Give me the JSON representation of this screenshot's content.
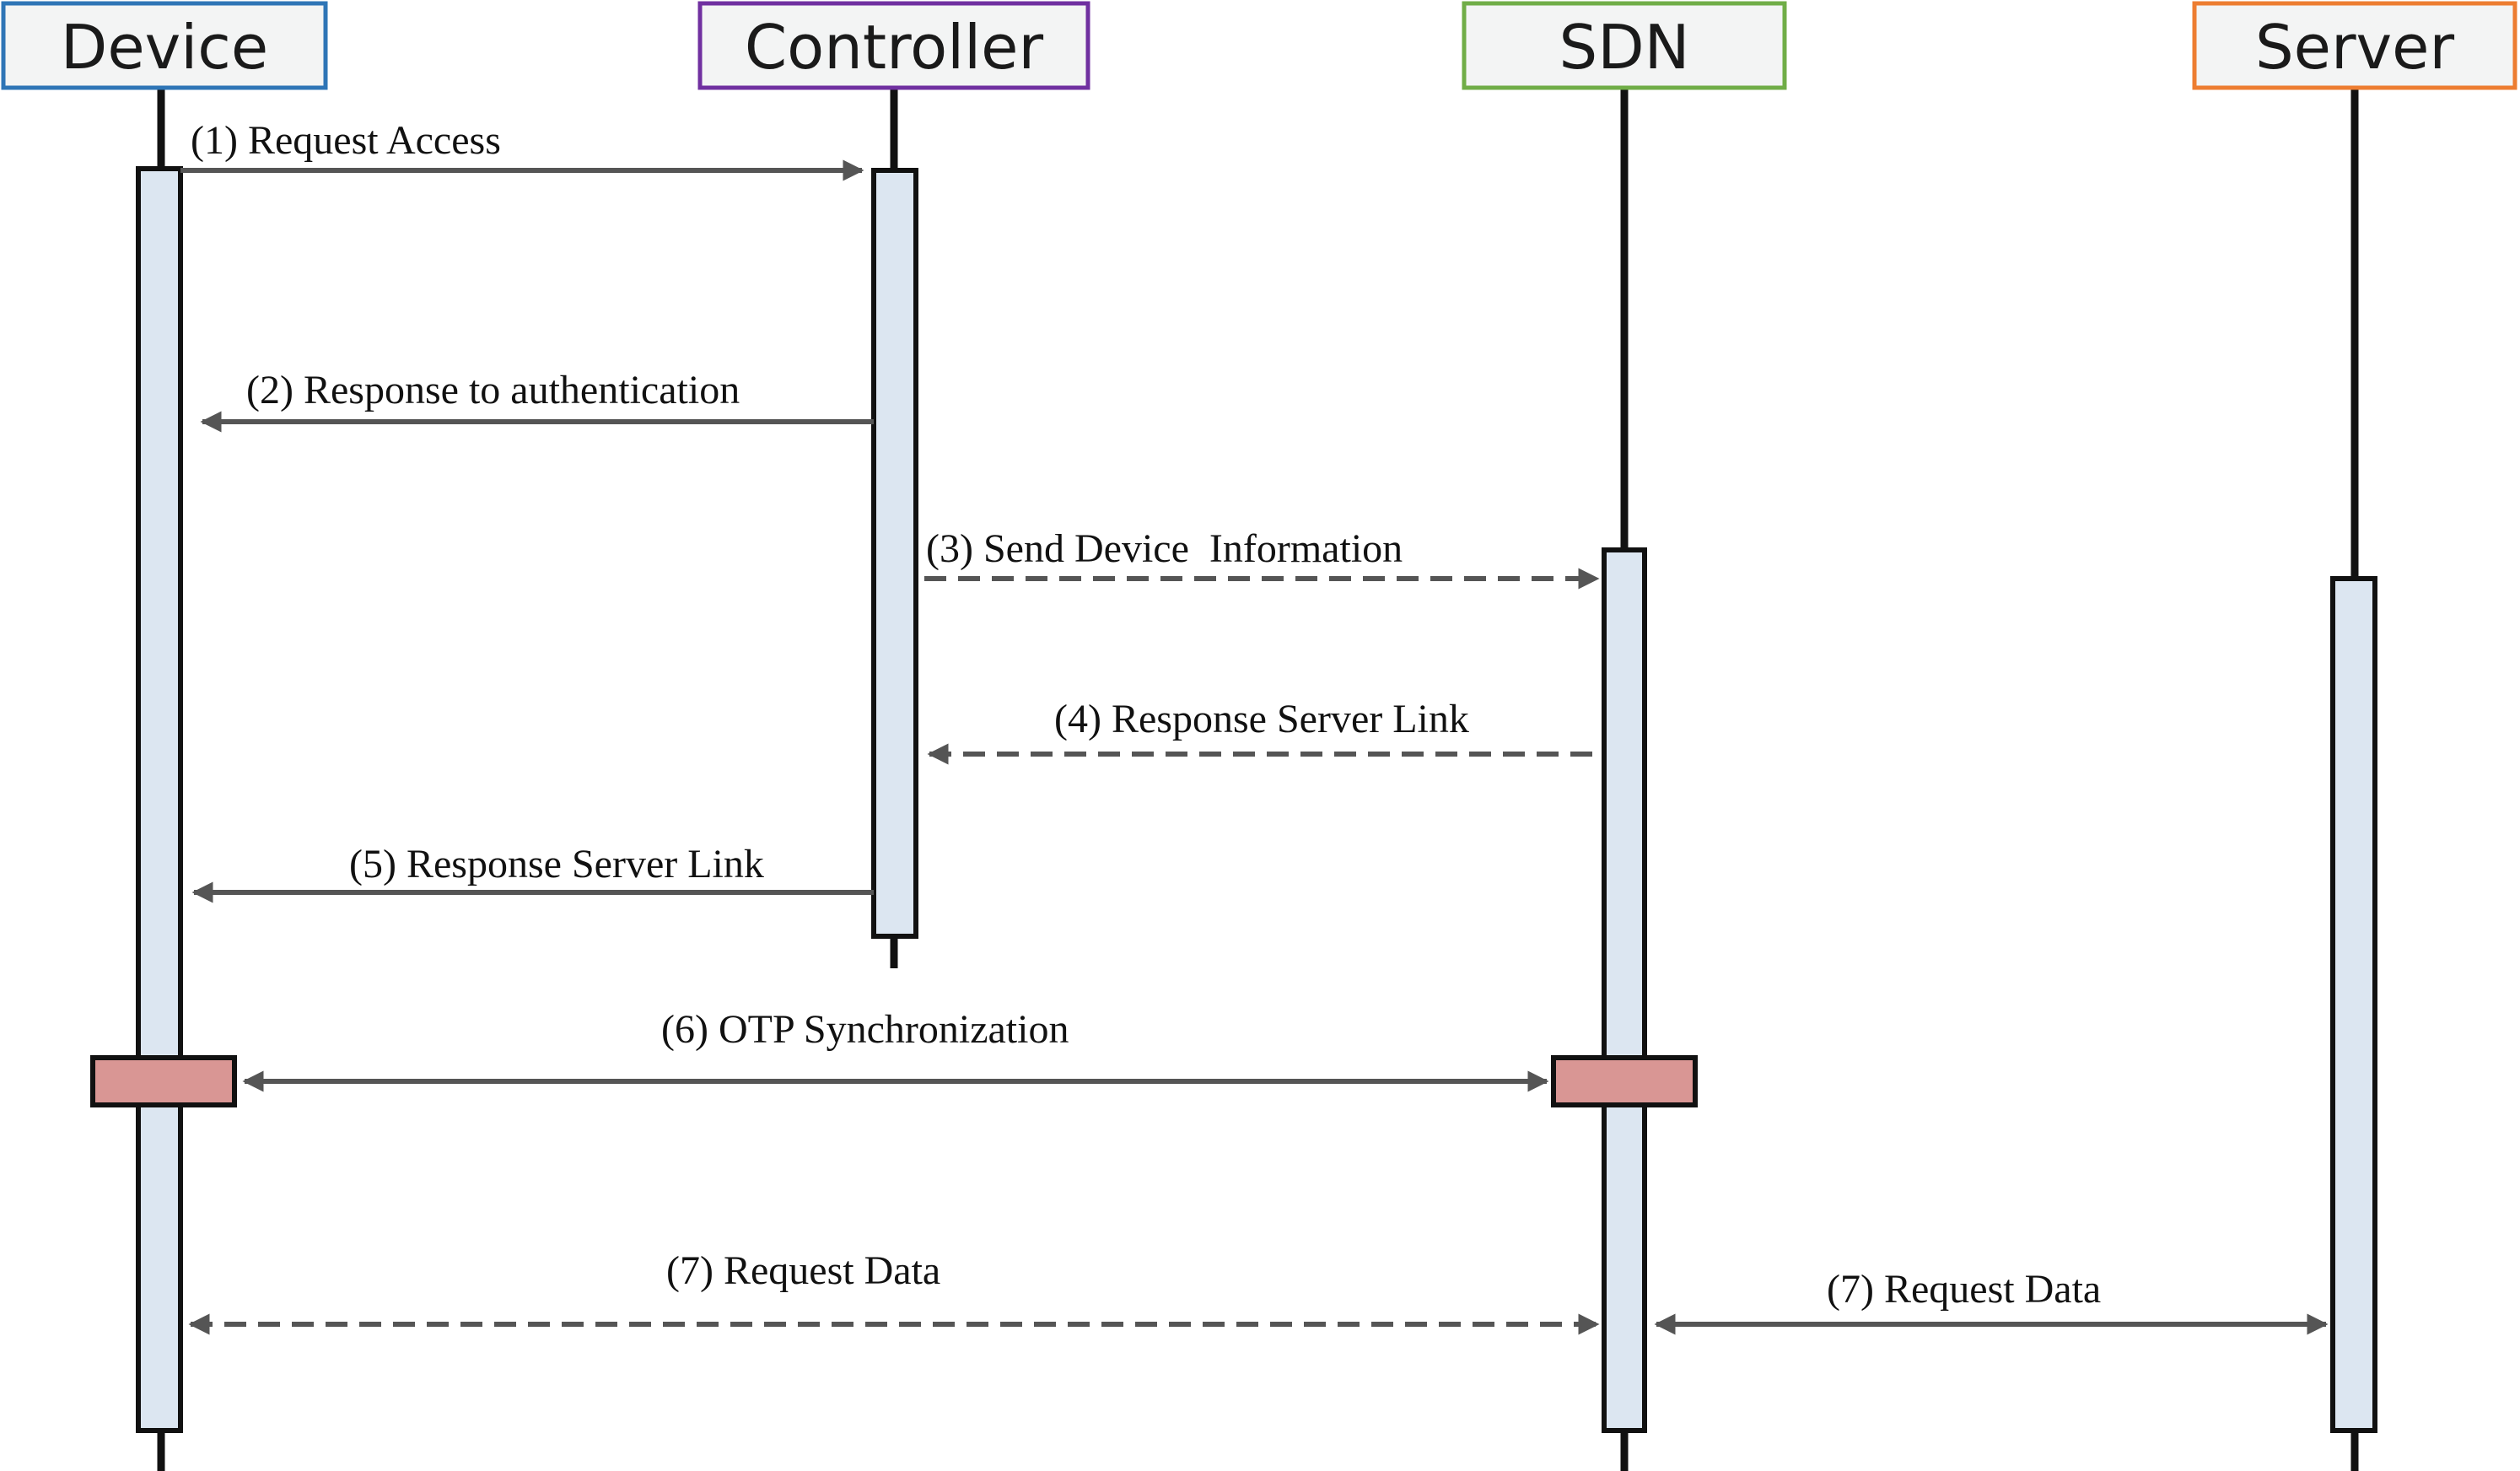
{
  "actors": [
    {
      "id": "device",
      "label": "Device",
      "color": "#2e75b6"
    },
    {
      "id": "controller",
      "label": "Controller",
      "color": "#7030a0"
    },
    {
      "id": "sdn",
      "label": "SDN",
      "color": "#70ad47"
    },
    {
      "id": "server",
      "label": "Server",
      "color": "#ed7d31"
    }
  ],
  "messages": [
    {
      "label": "(1) Request Access",
      "from": "device",
      "to": "controller",
      "style": "solid",
      "heads": "end"
    },
    {
      "label": "(2) Response to authentication",
      "from": "controller",
      "to": "device",
      "style": "solid",
      "heads": "end"
    },
    {
      "label": "(3) Send Device  Information",
      "from": "controller",
      "to": "sdn",
      "style": "dashed",
      "heads": "end"
    },
    {
      "label": "(4) Response Server Link",
      "from": "sdn",
      "to": "controller",
      "style": "dashed",
      "heads": "end"
    },
    {
      "label": "(5) Response Server Link",
      "from": "controller",
      "to": "device",
      "style": "solid",
      "heads": "end"
    },
    {
      "label": "(6) OTP Synchronization",
      "from": "device",
      "to": "sdn",
      "style": "solid",
      "heads": "both"
    },
    {
      "label": "(7) Request Data",
      "from": "device",
      "to": "sdn",
      "style": "dashed",
      "heads": "both"
    },
    {
      "label": "(7) Request Data",
      "from": "sdn",
      "to": "server",
      "style": "solid",
      "heads": "both"
    }
  ],
  "colors": {
    "activation_fill": "#dce6f1",
    "sync_fill": "#d99694",
    "arrow": "#555555",
    "lifeline": "#111111"
  }
}
